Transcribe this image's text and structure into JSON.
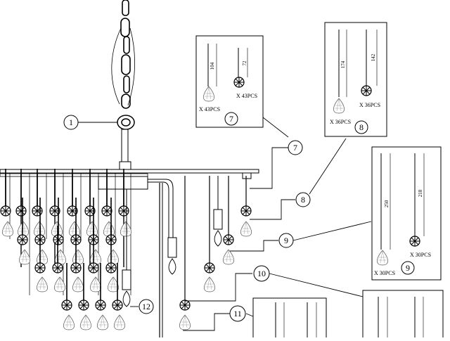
{
  "callouts": {
    "c1": "1",
    "c7": "7",
    "c8": "8",
    "c9": "9",
    "c10": "10",
    "c11": "11",
    "c12": "12"
  },
  "box7": {
    "number": "7",
    "left_dimension": "104",
    "right_dimension": "72",
    "left_quantity": "X 43PCS",
    "right_quantity": "X 43PCS"
  },
  "box8": {
    "number": "8",
    "left_dimension": "174",
    "right_dimension": "142",
    "left_quantity": "X 36PCS",
    "right_quantity": "X 36PCS"
  },
  "box9": {
    "number": "9",
    "left_dimension": "250",
    "right_dimension": "218",
    "left_quantity": "X 30PCS",
    "right_quantity": "X 30PCS"
  }
}
